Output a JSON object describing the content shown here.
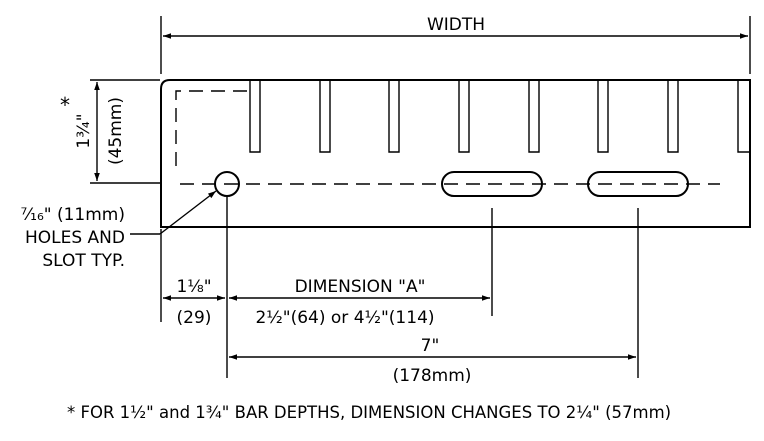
{
  "labels": {
    "width": "WIDTH",
    "height_dim": "1¾\" (45mm)",
    "height_frac": "1¾\"",
    "height_mm": "(45mm)",
    "asterisk": "*",
    "hole_note_line1": "⁷⁄₁₆\" (11mm)",
    "hole_note_line2": "HOLES AND",
    "hole_note_line3": "SLOT TYP.",
    "edge_dim": "1⅛\"",
    "edge_dim_mm": "(29)",
    "dim_a_title": "DIMENSION \"A\"",
    "dim_a_values": "2½\"(64) or 4½\"(114)",
    "seven": "7\"",
    "seven_mm": "(178mm)",
    "footnote": "* FOR 1½\" and 1¾\" BAR DEPTHS, DIMENSION CHANGES TO 2¼\" (57mm)"
  }
}
